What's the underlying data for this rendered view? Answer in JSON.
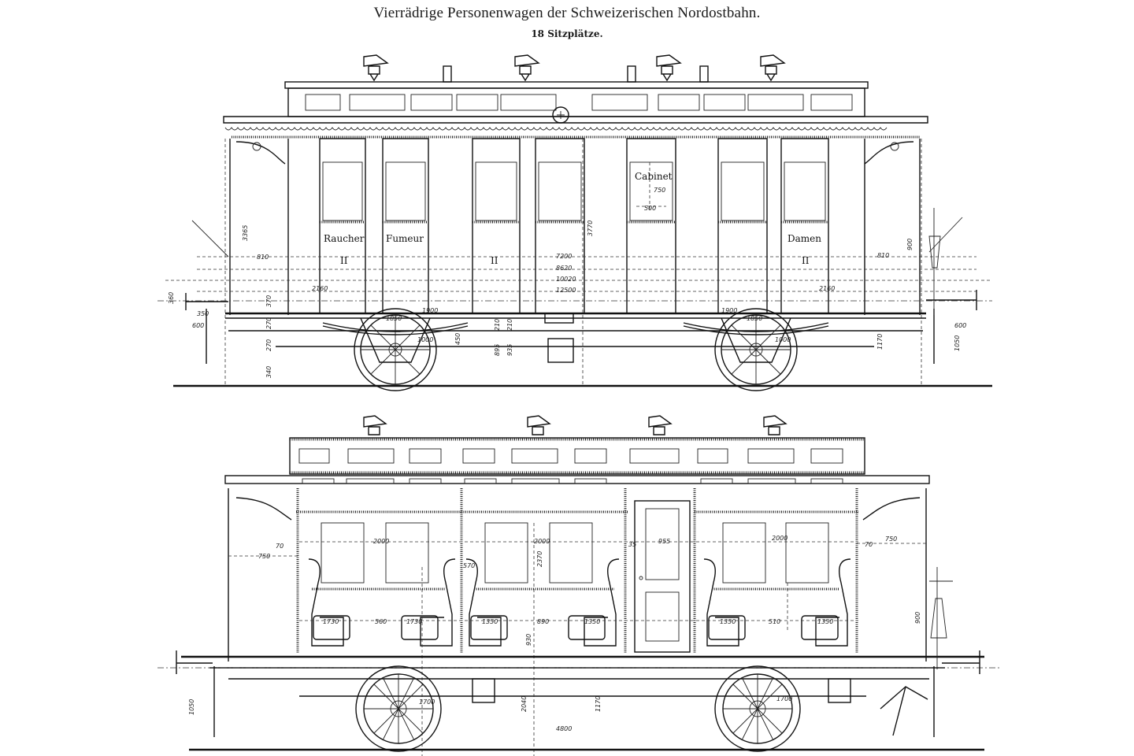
{
  "header": {
    "title": "Vierrädrige Personenwagen der Schweizerischen Nordostbahn.",
    "subtitle": "18 Sitzplätze."
  },
  "elevation": {
    "compartment_labels": [
      "Raucher",
      "Fumeur",
      "Cabinet",
      "Damen"
    ],
    "class_marks": [
      "II",
      "II",
      "II"
    ],
    "dimensions": {
      "cabinet_width": "500",
      "cabinet_height": "750",
      "total_height": "3770",
      "end_height": "3365",
      "rail_marks": [
        "7200",
        "8620",
        "10020",
        "12500"
      ],
      "side_left": "810",
      "side_right": "810",
      "width_left": "2160",
      "width_right": "2160",
      "buffer_height": "360",
      "buffer_left_a": "350",
      "buffer_left_b": "600",
      "buffer_right": "600",
      "vertical_a": "370",
      "vertical_b": "270",
      "vertical_c": "270",
      "vertical_d": "340",
      "spring_left_a": "1850",
      "spring_left_b": "1900",
      "spring_right_a": "1850",
      "spring_right_b": "1900",
      "axle_dims": [
        "1000",
        "1000"
      ],
      "right_upper": "900",
      "right_lower_a": "1170",
      "right_lower_b": "1050",
      "center_a": "895",
      "center_b": "935",
      "center_c": "210",
      "center_d": "210",
      "axle_box": "450"
    }
  },
  "section": {
    "dimensions": {
      "left_70": "70",
      "left_750": "750",
      "right_70": "70",
      "right_750": "750",
      "window_a": "2000",
      "window_b": "2000",
      "window_c": "2000",
      "seat_widths": [
        "1730",
        "1730",
        "1350",
        "1350",
        "1350",
        "1350"
      ],
      "seat_gaps": [
        "560",
        "890",
        "510"
      ],
      "seat_small": "570",
      "door_width": "955",
      "door_side": "35",
      "center_height": "2370",
      "lower_height": "930",
      "right_900": "900",
      "left_1050": "1050",
      "wheel_dim_left": "1700",
      "wheel_dim_right": "1700",
      "wheelbase": "4800",
      "center_1170": "1170",
      "left_2040": "2040"
    }
  }
}
